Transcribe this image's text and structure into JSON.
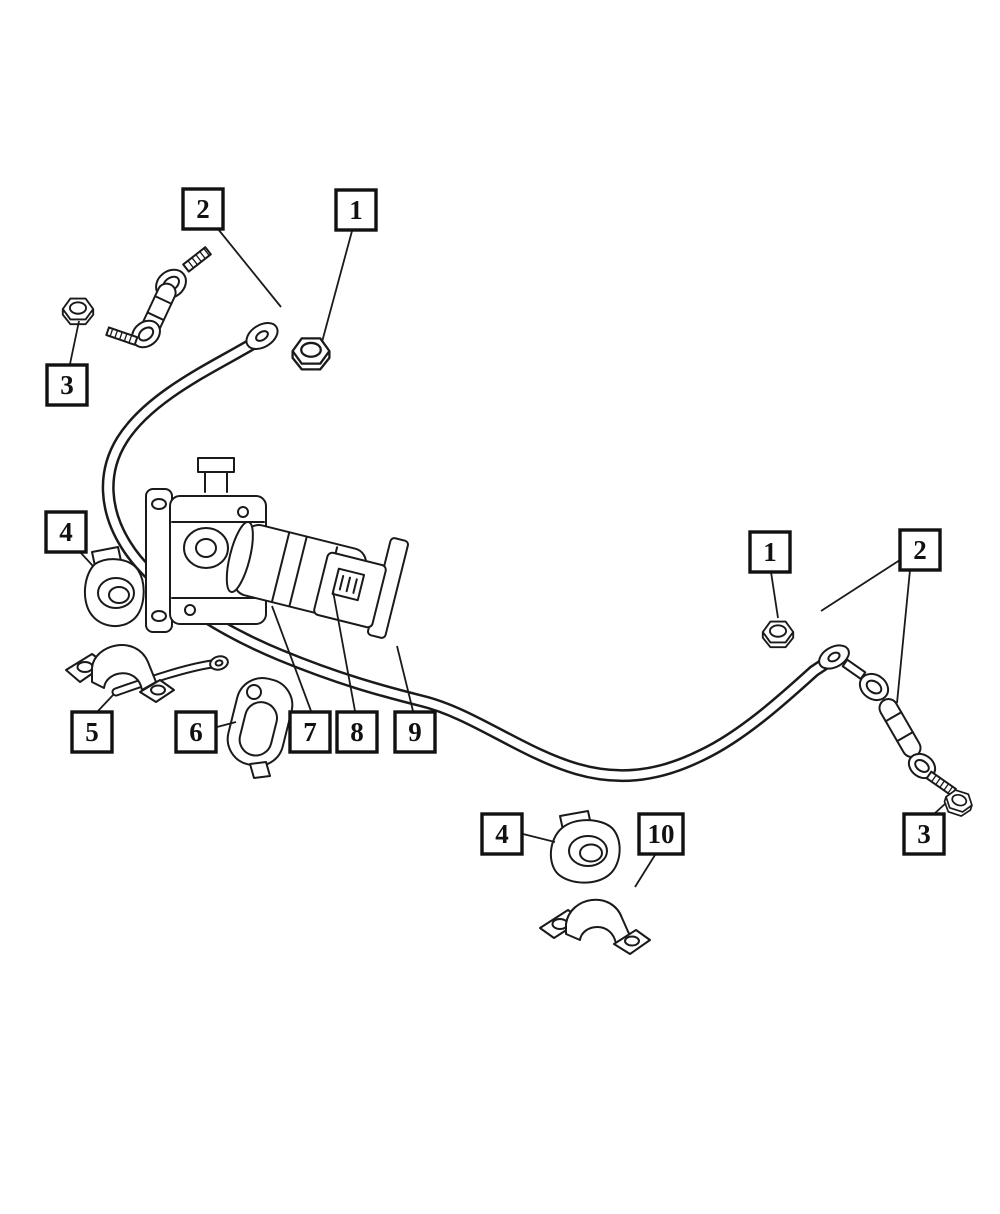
{
  "colors": {
    "background": "#ffffff",
    "line": "#1a1a1a"
  },
  "callouts": [
    {
      "label": "2"
    },
    {
      "label": "1"
    },
    {
      "label": "3"
    },
    {
      "label": "4"
    },
    {
      "label": "5"
    },
    {
      "label": "6"
    },
    {
      "label": "7"
    },
    {
      "label": "8"
    },
    {
      "label": "9"
    },
    {
      "label": "1"
    },
    {
      "label": "2"
    },
    {
      "label": "3"
    },
    {
      "label": "4"
    },
    {
      "label": "10"
    }
  ]
}
